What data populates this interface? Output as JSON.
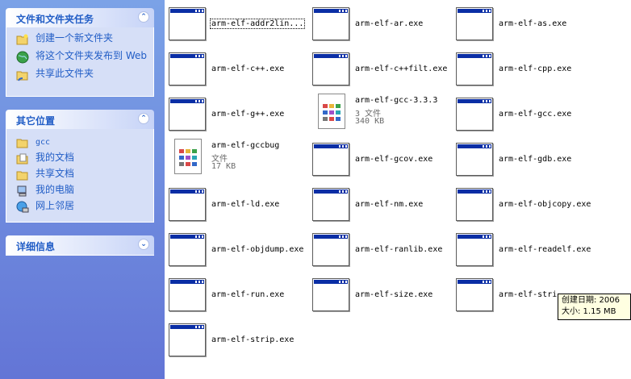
{
  "taskpane": {
    "panels": [
      {
        "title": "文件和文件夹任务",
        "chevron": "⌃",
        "items": [
          {
            "label": "创建一个新文件夹",
            "icon": "new-folder-icon"
          },
          {
            "label": "将这个文件夹发布到 Web",
            "icon": "publish-web-icon"
          },
          {
            "label": "共享此文件夹",
            "icon": "share-folder-icon"
          }
        ]
      },
      {
        "title": "其它位置",
        "chevron": "⌃",
        "items": [
          {
            "label": "gcc",
            "icon": "folder-icon"
          },
          {
            "label": "我的文档",
            "icon": "my-documents-icon"
          },
          {
            "label": "共享文档",
            "icon": "shared-documents-icon"
          },
          {
            "label": "我的电脑",
            "icon": "my-computer-icon"
          },
          {
            "label": "网上邻居",
            "icon": "network-places-icon"
          }
        ]
      },
      {
        "title": "详细信息",
        "chevron": "⌄"
      }
    ]
  },
  "files": [
    {
      "name": "arm-elf-addr2lin...",
      "type": "exe",
      "selected": true
    },
    {
      "name": "arm-elf-ar.exe",
      "type": "exe"
    },
    {
      "name": "arm-elf-as.exe",
      "type": "exe"
    },
    {
      "name": "arm-elf-c++.exe",
      "type": "exe"
    },
    {
      "name": "arm-elf-c++filt.exe",
      "type": "exe"
    },
    {
      "name": "arm-elf-cpp.exe",
      "type": "exe"
    },
    {
      "name": "arm-elf-g++.exe",
      "type": "exe"
    },
    {
      "name": "arm-elf-gcc-3.3.3",
      "type": "doc",
      "meta1": "3 文件",
      "meta2": "340 KB"
    },
    {
      "name": "arm-elf-gcc.exe",
      "type": "exe"
    },
    {
      "name": "arm-elf-gccbug",
      "type": "doc",
      "meta1": "文件",
      "meta2": "17 KB"
    },
    {
      "name": "arm-elf-gcov.exe",
      "type": "exe"
    },
    {
      "name": "arm-elf-gdb.exe",
      "type": "exe"
    },
    {
      "name": "arm-elf-ld.exe",
      "type": "exe"
    },
    {
      "name": "arm-elf-nm.exe",
      "type": "exe"
    },
    {
      "name": "arm-elf-objcopy.exe",
      "type": "exe"
    },
    {
      "name": "arm-elf-objdump.exe",
      "type": "exe"
    },
    {
      "name": "arm-elf-ranlib.exe",
      "type": "exe"
    },
    {
      "name": "arm-elf-readelf.exe",
      "type": "exe"
    },
    {
      "name": "arm-elf-run.exe",
      "type": "exe"
    },
    {
      "name": "arm-elf-size.exe",
      "type": "exe"
    },
    {
      "name": "arm-elf-stri",
      "type": "exe"
    },
    {
      "name": "arm-elf-strip.exe",
      "type": "exe"
    }
  ],
  "tooltip": {
    "line1": "创建日期: 2006",
    "line2": "大小: 1.15 MB"
  }
}
